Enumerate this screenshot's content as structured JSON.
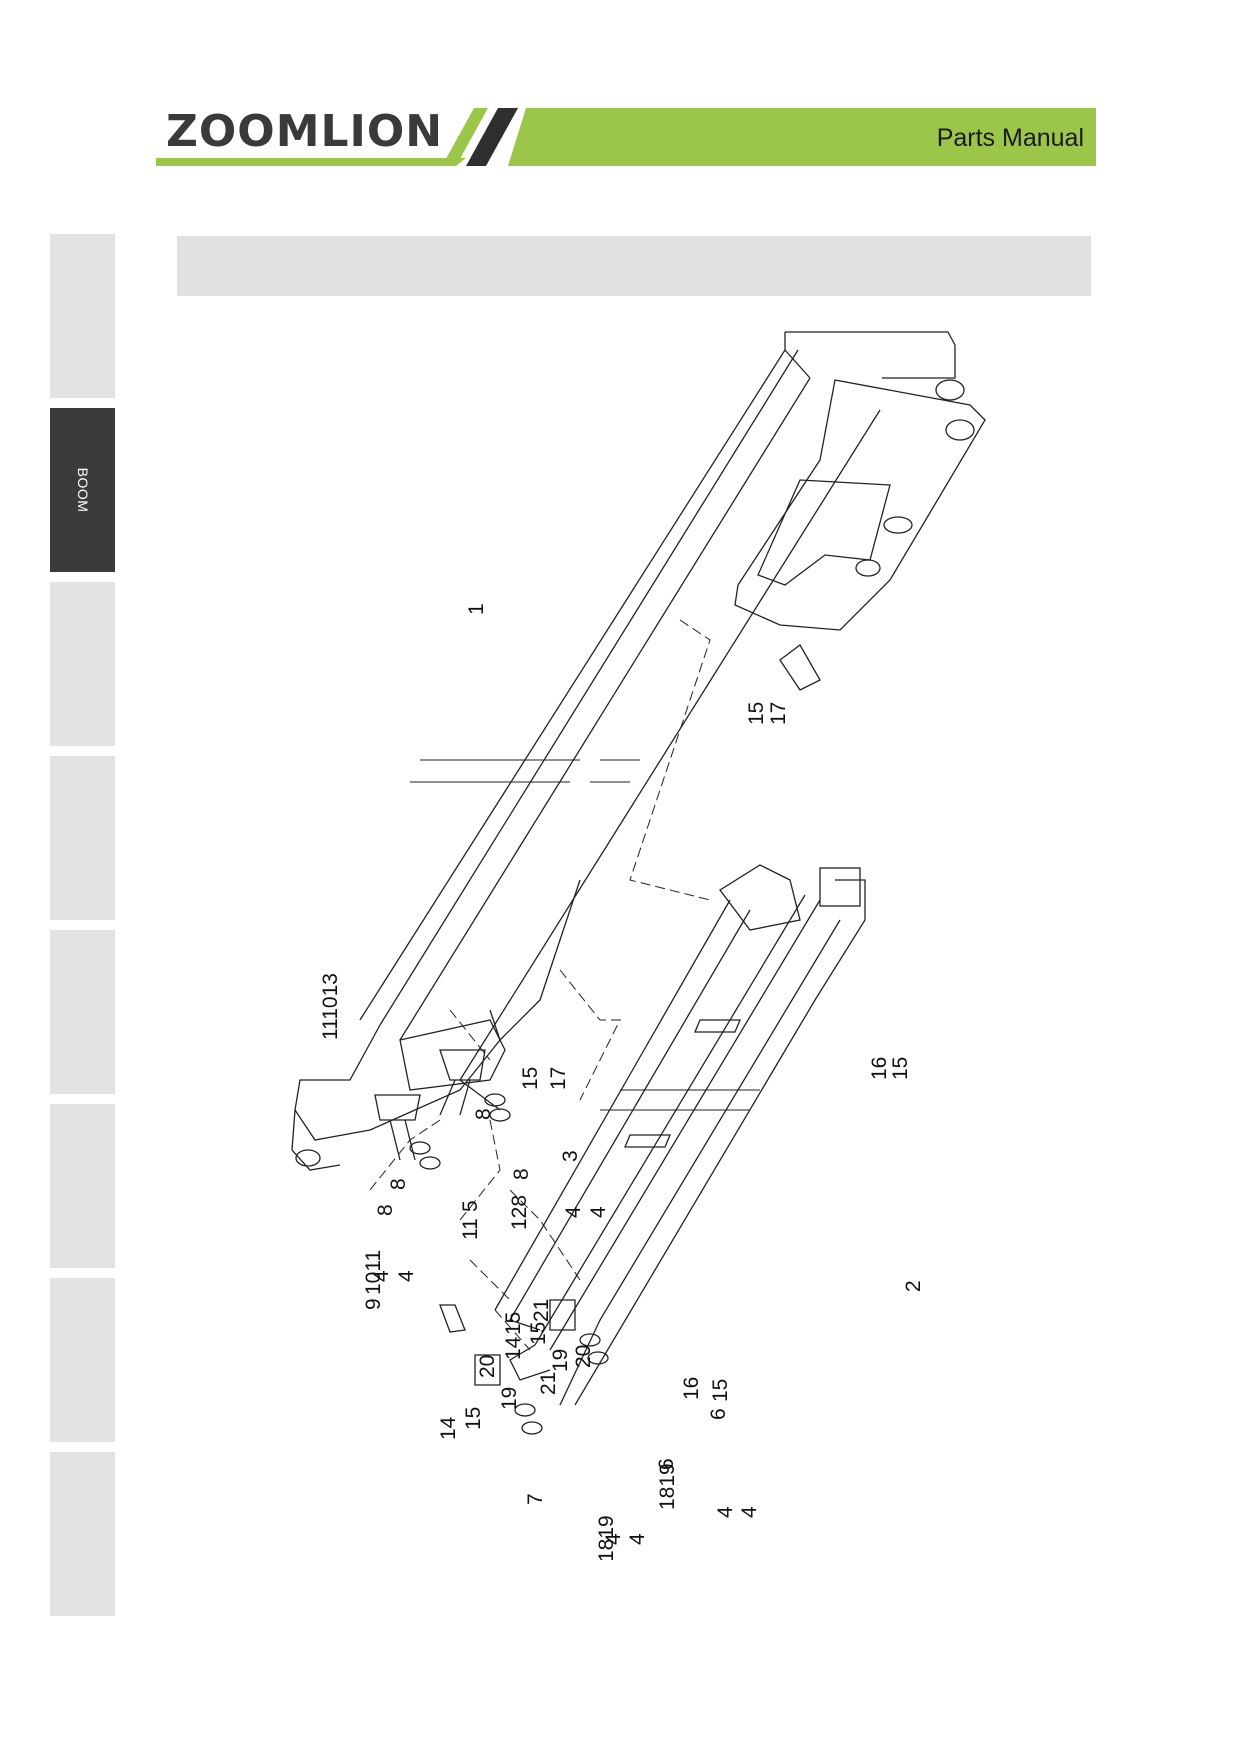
{
  "header": {
    "brand": "ZOOMLION",
    "title": "Parts Manual",
    "colors": {
      "accent_green": "#9cc64a",
      "dark_stripe": "#2f2f2f"
    }
  },
  "sidebar": {
    "tabs": [
      {
        "label": "",
        "active": false
      },
      {
        "label": "BOOM",
        "active": true
      },
      {
        "label": "",
        "active": false
      },
      {
        "label": "",
        "active": false
      },
      {
        "label": "",
        "active": false
      },
      {
        "label": "",
        "active": false
      },
      {
        "label": "",
        "active": false
      },
      {
        "label": "",
        "active": false
      }
    ]
  },
  "section_title": "",
  "drawing": {
    "callouts": [
      "1",
      "2",
      "3",
      "4",
      "4",
      "4",
      "4",
      "5",
      "6",
      "6",
      "7",
      "8",
      "8",
      "8",
      "8",
      "9",
      "1011",
      "11",
      "111013",
      "128",
      "14",
      "14",
      "15",
      "15",
      "15",
      "15",
      "15",
      "15",
      "15",
      "16",
      "16",
      "17",
      "17",
      "1819",
      "1819",
      "19",
      "19",
      "20",
      "20",
      "21",
      "21",
      "4",
      "4",
      "4",
      "4",
      "4",
      "4"
    ]
  }
}
